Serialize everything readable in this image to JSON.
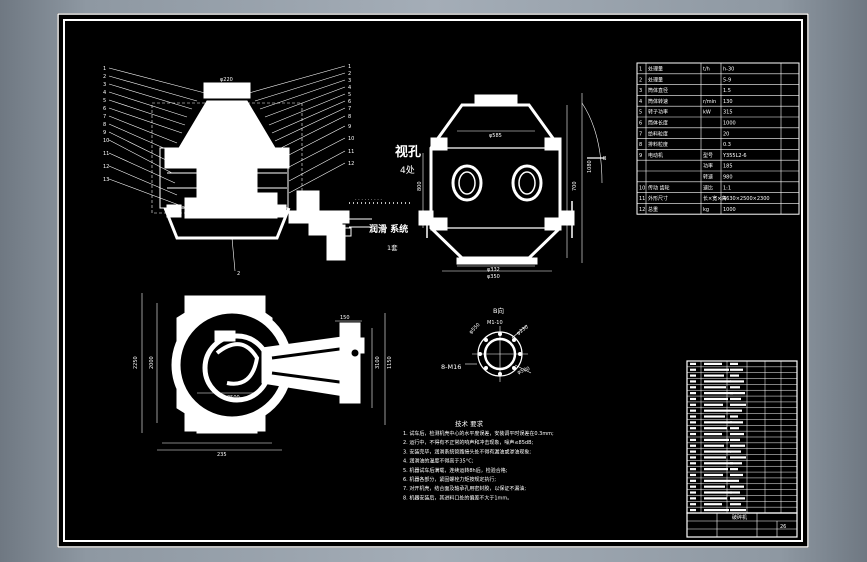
{
  "drawing": {
    "background_color": "#000000",
    "line_color": "#ffffff",
    "front_view": {
      "top_dim": "φ220",
      "balloon_numbers_left": [
        "1",
        "2",
        "3",
        "4",
        "5",
        "6",
        "7",
        "8",
        "9",
        "10",
        "11",
        "12",
        "13"
      ],
      "balloon_numbers_right": [
        "1",
        "2",
        "3",
        "4",
        "5",
        "6",
        "7",
        "8",
        "9",
        "10",
        "11",
        "12"
      ],
      "lube_note": "润滑 系统",
      "lube_count": "1套",
      "bottom_mark": "2"
    },
    "side_view": {
      "view_label": "视孔",
      "view_count": "4处",
      "top_dim": "φ585",
      "right_dim_1": "1080",
      "right_dim_2": "700",
      "left_dim": "800",
      "bottom_dim_1": "φ332",
      "bottom_dim_2": "φ350",
      "arrow_label": "B"
    },
    "plan_view": {
      "left_dim_1": "2250",
      "left_dim_2": "2000",
      "right_dim_1": "3100",
      "right_dim_2": "1150",
      "inner_dim": "3500",
      "bottom_dim": "235",
      "top_dim": "150"
    },
    "detail_b": {
      "title": "B向",
      "callout_1": "M1-10",
      "callout_2": "φ550",
      "callout_3": "φ230",
      "callout_4": "φ500",
      "bolt_note": "8-M16"
    },
    "tech_requirements": {
      "title": "技术 要求",
      "items": [
        "1. 试车后，检测机壳中心的水平度误差，安装调平时误差在0.3mm;",
        "2. 运行中，不得有不正常的响声和冲击现象，噪声≤85dB;",
        "3. 安装完毕，润滑系统管路接头处不得有漏油或渗油现象;",
        "4. 润滑油的温度不得高于35°C;",
        "5. 机器试车后满载，连续运转8h后，检验合格;",
        "6. 机器各部分，紧固螺栓力矩按规定执行;",
        "7. 对开机壳，结合面及轴承孔用密封胶，以保证不漏油;",
        "8. 机器安装后，其进料口处的偏差不大于1mm。"
      ]
    },
    "params_table": {
      "rows": [
        [
          "1",
          "处理量",
          "t/h",
          "h-30"
        ],
        [
          "2",
          "处理量",
          "",
          "5-9"
        ],
        [
          "3",
          "筒体直径",
          "",
          "1.5"
        ],
        [
          "4",
          "筒体转速",
          "r/min",
          "130"
        ],
        [
          "5",
          "转子功率",
          "kW",
          "315"
        ],
        [
          "6",
          "筒体长度",
          "",
          "1000"
        ],
        [
          "7",
          "给料粒度",
          "",
          "20"
        ],
        [
          "8",
          "排料粒度",
          "",
          "0.3"
        ],
        [
          "9",
          "电动机",
          "型号",
          "Y355L2-6"
        ],
        [
          "",
          "",
          "功率",
          "185"
        ],
        [
          "",
          "",
          "转速",
          "980"
        ],
        [
          "10",
          "传动 齿轮",
          "速比",
          "1:1"
        ],
        [
          "11",
          "外形尺寸",
          "长×宽×高",
          "4630×2500×2300"
        ],
        [
          "12",
          "总重",
          "kg",
          "1000"
        ]
      ]
    },
    "title_block": {
      "drawing_name": "破碎机",
      "parts_count": "26"
    }
  }
}
